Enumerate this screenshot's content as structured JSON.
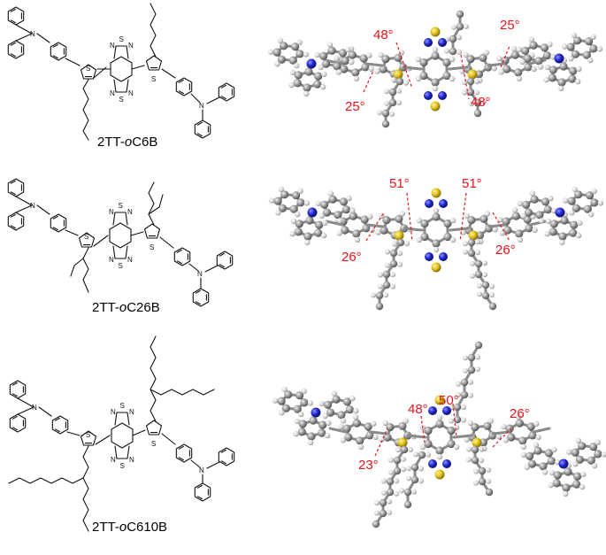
{
  "panels": [
    {
      "id": "oc6b",
      "label_prefix": "2TT-",
      "label_italic": "o",
      "label_suffix": "C6B",
      "atoms": {
        "N": "N",
        "S": "S"
      },
      "angles": [
        "48°",
        "25°",
        "25°",
        "48°"
      ]
    },
    {
      "id": "oc26b",
      "label_prefix": "2TT-",
      "label_italic": "o",
      "label_suffix": "C26B",
      "atoms": {
        "N": "N",
        "S": "S"
      },
      "angles": [
        "51°",
        "51°",
        "26°",
        "26°"
      ]
    },
    {
      "id": "oc610b",
      "label_prefix": "2TT-",
      "label_italic": "o",
      "label_suffix": "C610B",
      "atoms": {
        "N": "N",
        "S": "S"
      },
      "angles": [
        "48°",
        "50°",
        "26°",
        "23°"
      ]
    }
  ],
  "colors": {
    "angle": "#e8141b",
    "carbon": "#8a8a8a",
    "hydrogen": "#d9d9d9",
    "nitrogen": "#1f22c8",
    "sulfur": "#e0c020"
  }
}
